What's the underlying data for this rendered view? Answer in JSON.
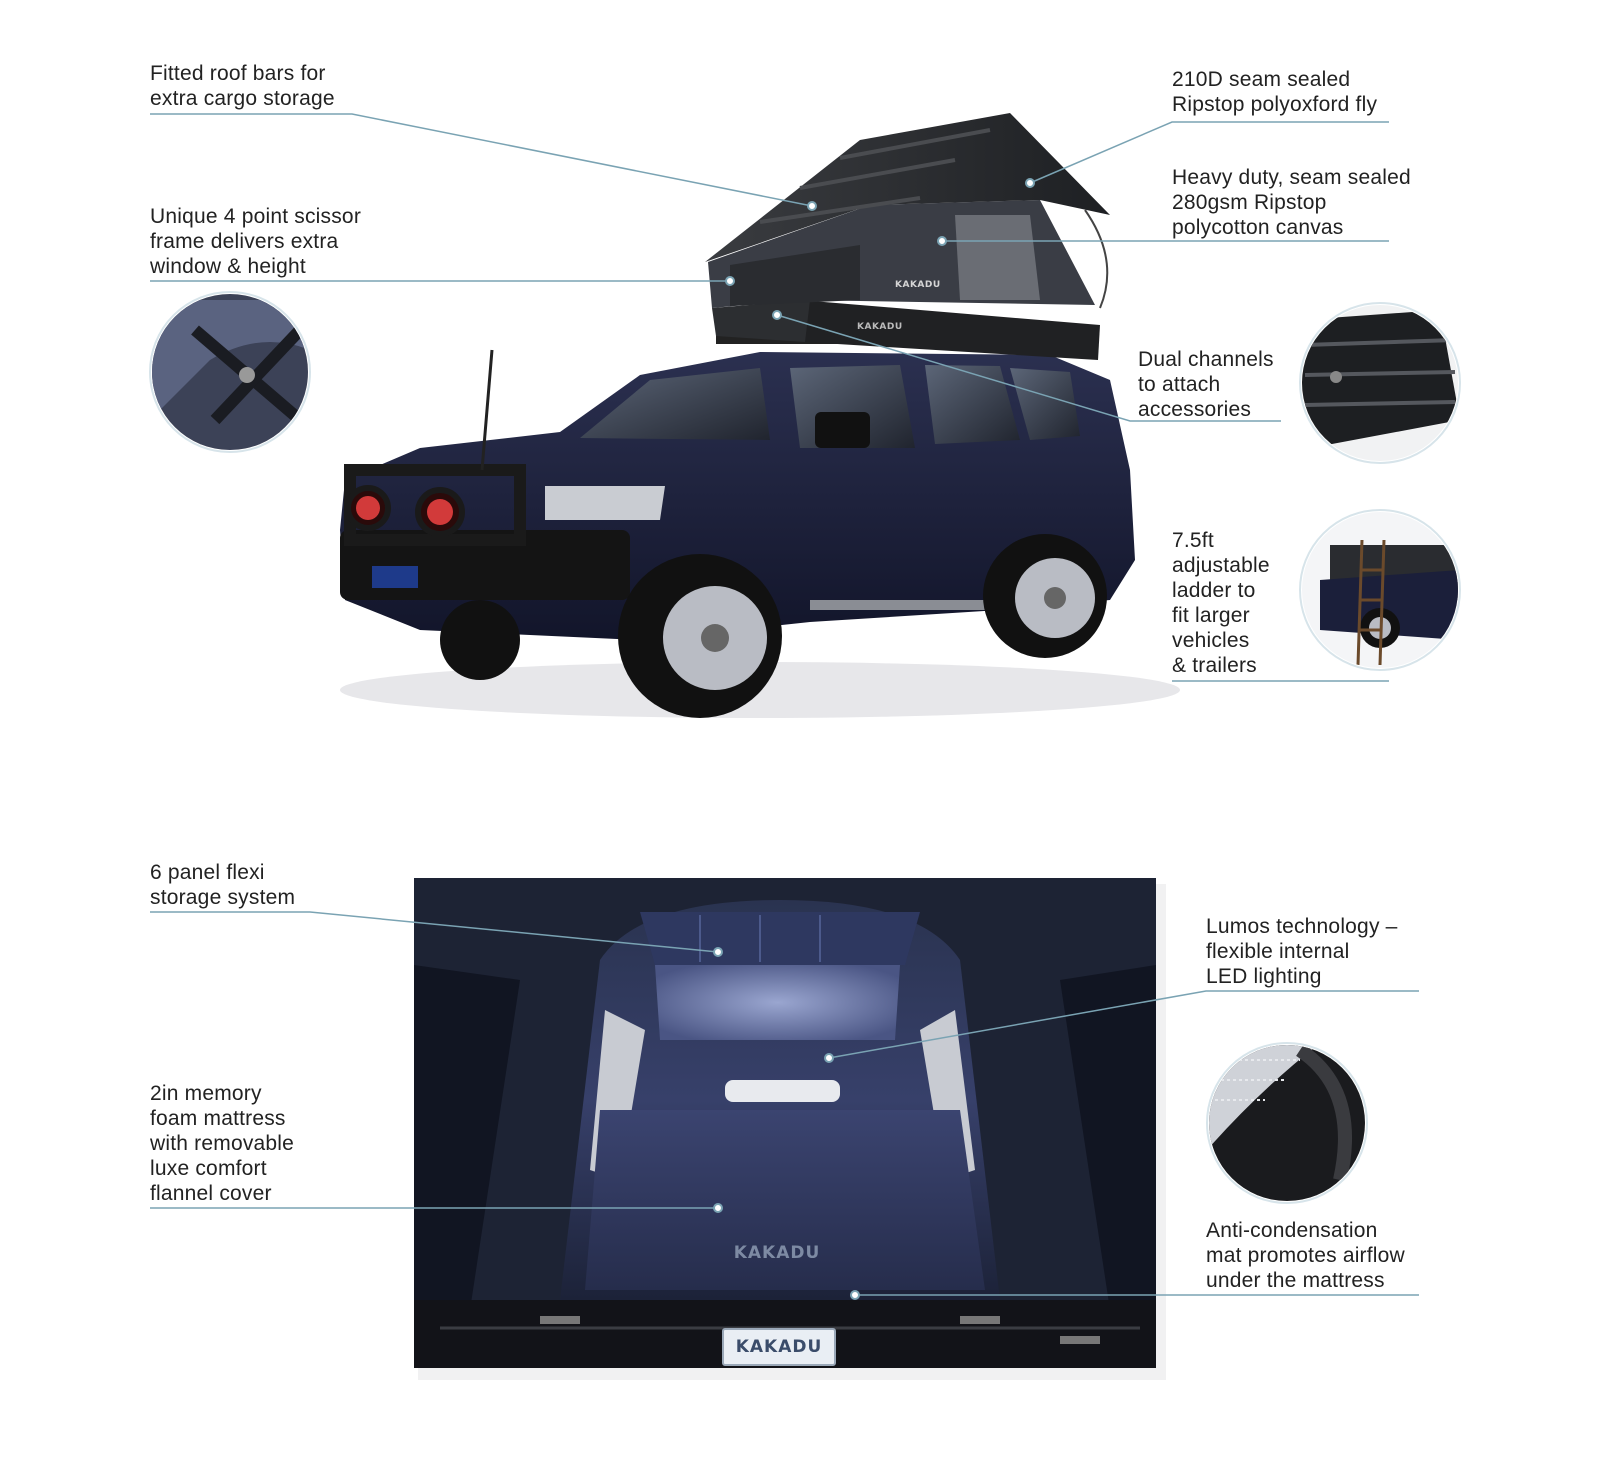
{
  "callouts": {
    "roof_bars": "Fitted roof bars for\nextra cargo storage",
    "scissor_frame": "Unique 4 point scissor\nframe delivers extra\nwindow & height",
    "fly": "210D seam sealed\nRipstop polyoxford fly",
    "canvas": "Heavy duty, seam sealed\n280gsm Ripstop\npolycotton canvas",
    "channels": "Dual channels\nto attach\naccessories",
    "ladder": "7.5ft\nadjustable\nladder to\nfit larger\nvehicles\n& trailers",
    "storage": "6 panel flexi\nstorage system",
    "lighting": "Lumos technology –\nflexible internal\nLED lighting",
    "mattress": "2in memory\nfoam mattress\nwith removable\nluxe comfort\nflannel cover",
    "anti_condensation": "Anti-condensation\nmat promotes airflow\nunder the mattress"
  },
  "branding": {
    "tent_logo": "KAKADU",
    "awning_logo": "KAKADU",
    "mat_logo": "KAKADU",
    "plate_logo": "KAKADU"
  },
  "colors": {
    "leader_line": "#7aa3b3",
    "vehicle_body": "#1b1f3a",
    "tent_shell": "#2a2c30",
    "tent_canvas": "#3a3d45"
  }
}
